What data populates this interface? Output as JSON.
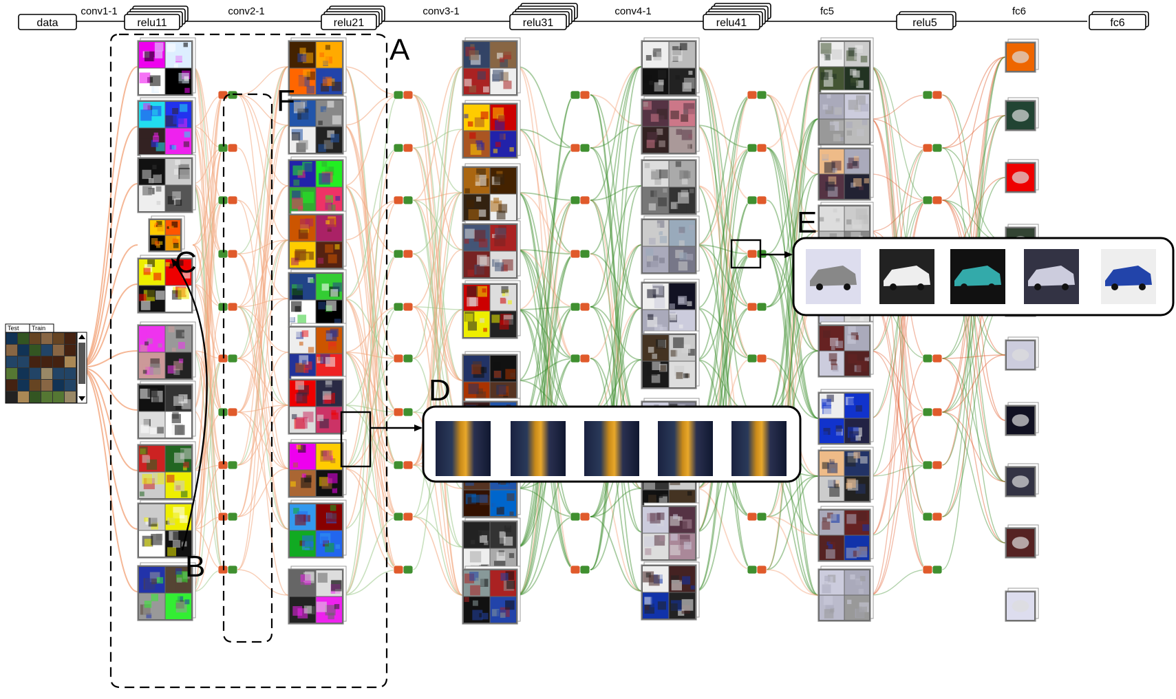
{
  "layers": [
    {
      "id": "data",
      "label": "data"
    },
    {
      "id": "relu11",
      "label": "relu11"
    },
    {
      "id": "relu21",
      "label": "relu21"
    },
    {
      "id": "relu31",
      "label": "relu31"
    },
    {
      "id": "relu41",
      "label": "relu41"
    },
    {
      "id": "relu5",
      "label": "relu5"
    },
    {
      "id": "fc6",
      "label": "fc6"
    }
  ],
  "connections": [
    {
      "id": "conv1-1",
      "label": "conv1-1"
    },
    {
      "id": "conv2-1",
      "label": "conv2-1"
    },
    {
      "id": "conv3-1",
      "label": "conv3-1"
    },
    {
      "id": "conv4-1",
      "label": "conv4-1"
    },
    {
      "id": "fc5",
      "label": "fc5"
    },
    {
      "id": "fc6",
      "label": "fc6"
    }
  ],
  "annotations": {
    "A": "A",
    "B": "B",
    "C": "C",
    "D": "D",
    "E": "E",
    "F": "F"
  },
  "data_panel": {
    "tab_test": "Test",
    "tab_train": "Train"
  },
  "colors": {
    "positive": "#3f8f2f",
    "negative": "#e05a2b",
    "edge_pos_light": "#9cc98a",
    "edge_neg_light": "#f3a57c"
  }
}
